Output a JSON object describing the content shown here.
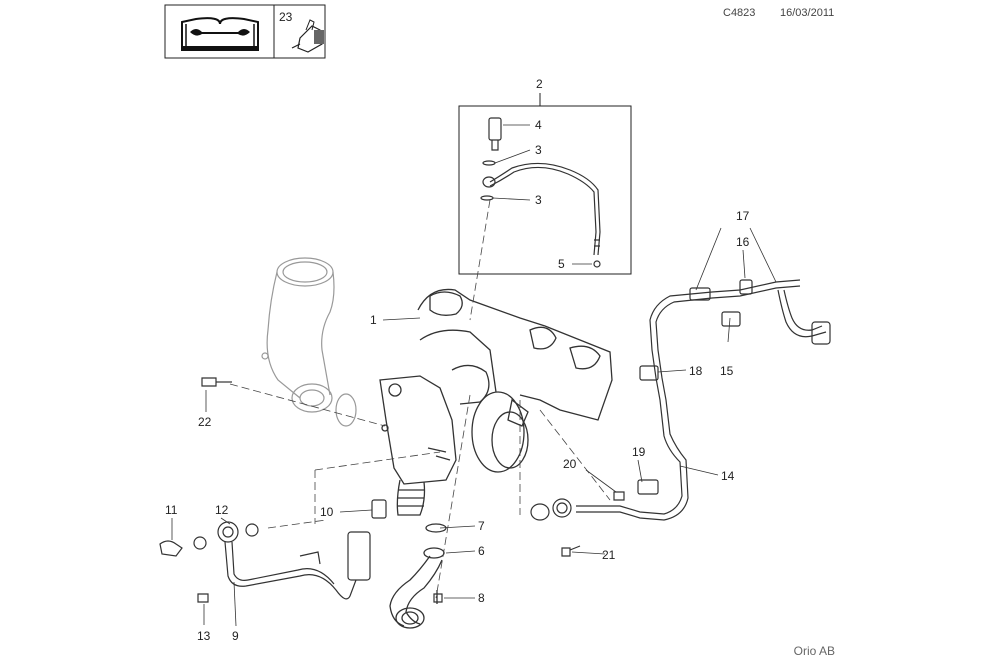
{
  "header": {
    "code": "C4823",
    "date": "16/03/2011",
    "icon_group_number": "23",
    "book_icon": "manual-book-wrench-icon",
    "part_icon": "turbo-part-icon"
  },
  "callouts": {
    "c1": "1",
    "c2": "2",
    "c3a": "3",
    "c3b": "3",
    "c4": "4",
    "c5": "5",
    "c6": "6",
    "c7": "7",
    "c8": "8",
    "c9": "9",
    "c10": "10",
    "c11": "11",
    "c12": "12",
    "c13": "13",
    "c14": "14",
    "c15": "15",
    "c16": "16",
    "c17": "17",
    "c18": "18",
    "c19": "19",
    "c20": "20",
    "c21": "21",
    "c22": "22"
  },
  "footer": {
    "brand": "Orio AB"
  }
}
